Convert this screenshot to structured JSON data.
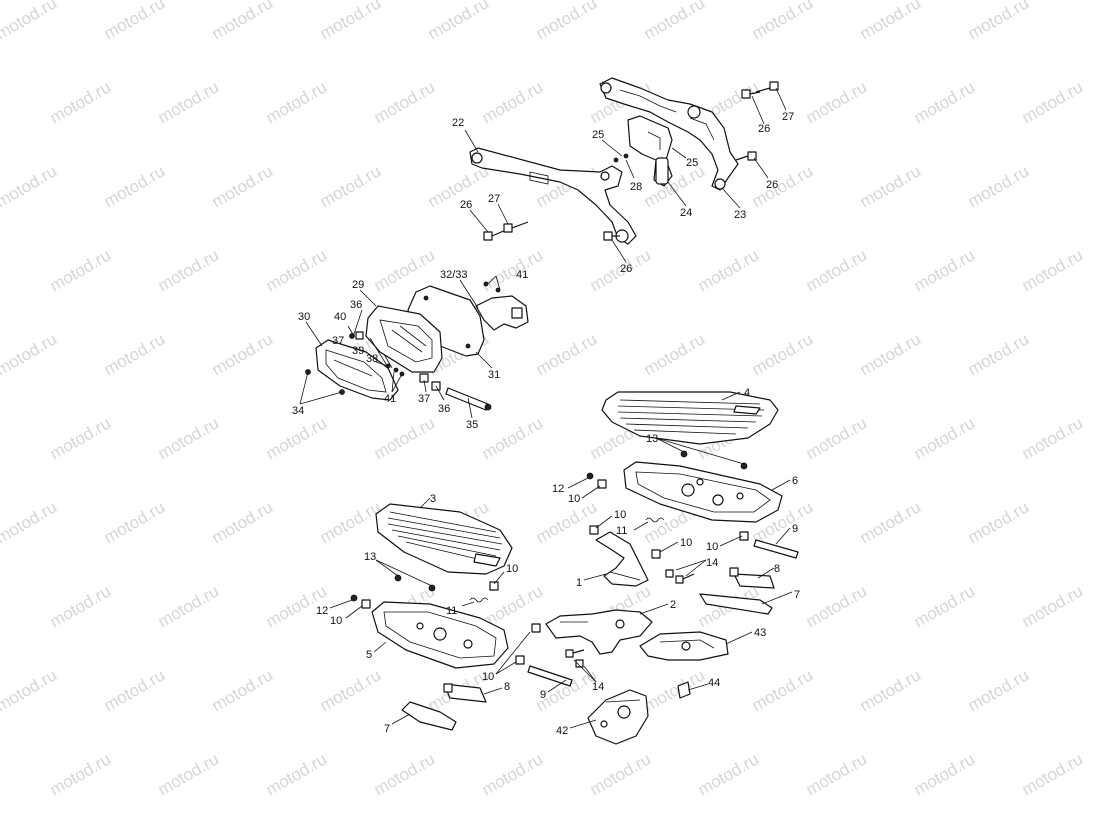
{
  "watermark": "motod.ru",
  "labels": [
    {
      "id": "l1",
      "text": "1"
    },
    {
      "id": "l2",
      "text": "2"
    },
    {
      "id": "l3",
      "text": "3"
    },
    {
      "id": "l4",
      "text": "4"
    },
    {
      "id": "l5",
      "text": "5"
    },
    {
      "id": "l6",
      "text": "6"
    },
    {
      "id": "l7a",
      "text": "7"
    },
    {
      "id": "l7b",
      "text": "7"
    },
    {
      "id": "l8a",
      "text": "8"
    },
    {
      "id": "l8b",
      "text": "8"
    },
    {
      "id": "l9a",
      "text": "9"
    },
    {
      "id": "l9b",
      "text": "9"
    },
    {
      "id": "l10a",
      "text": "10"
    },
    {
      "id": "l10b",
      "text": "10"
    },
    {
      "id": "l10c",
      "text": "10"
    },
    {
      "id": "l10d",
      "text": "10"
    },
    {
      "id": "l10e",
      "text": "10"
    },
    {
      "id": "l10f",
      "text": "10"
    },
    {
      "id": "l10g",
      "text": "10"
    },
    {
      "id": "l11a",
      "text": "11"
    },
    {
      "id": "l11b",
      "text": "11"
    },
    {
      "id": "l12a",
      "text": "12"
    },
    {
      "id": "l12b",
      "text": "12"
    },
    {
      "id": "l13a",
      "text": "13"
    },
    {
      "id": "l13b",
      "text": "13"
    },
    {
      "id": "l14a",
      "text": "14"
    },
    {
      "id": "l14b",
      "text": "14"
    },
    {
      "id": "l22",
      "text": "22"
    },
    {
      "id": "l23",
      "text": "23"
    },
    {
      "id": "l24",
      "text": "24"
    },
    {
      "id": "l25a",
      "text": "25"
    },
    {
      "id": "l25b",
      "text": "25"
    },
    {
      "id": "l26a",
      "text": "26"
    },
    {
      "id": "l26b",
      "text": "26"
    },
    {
      "id": "l26c",
      "text": "26"
    },
    {
      "id": "l26d",
      "text": "26"
    },
    {
      "id": "l27a",
      "text": "27"
    },
    {
      "id": "l27b",
      "text": "27"
    },
    {
      "id": "l28",
      "text": "28"
    },
    {
      "id": "l29",
      "text": "29"
    },
    {
      "id": "l30",
      "text": "30"
    },
    {
      "id": "l31",
      "text": "31"
    },
    {
      "id": "l3233",
      "text": "32/33"
    },
    {
      "id": "l34",
      "text": "34"
    },
    {
      "id": "l35",
      "text": "35"
    },
    {
      "id": "l36a",
      "text": "36"
    },
    {
      "id": "l36b",
      "text": "36"
    },
    {
      "id": "l37a",
      "text": "37"
    },
    {
      "id": "l37b",
      "text": "37"
    },
    {
      "id": "l38",
      "text": "38"
    },
    {
      "id": "l39",
      "text": "39"
    },
    {
      "id": "l40",
      "text": "40"
    },
    {
      "id": "l41a",
      "text": "41"
    },
    {
      "id": "l41b",
      "text": "41"
    },
    {
      "id": "l42",
      "text": "42"
    },
    {
      "id": "l43",
      "text": "43"
    },
    {
      "id": "l44",
      "text": "44"
    }
  ]
}
